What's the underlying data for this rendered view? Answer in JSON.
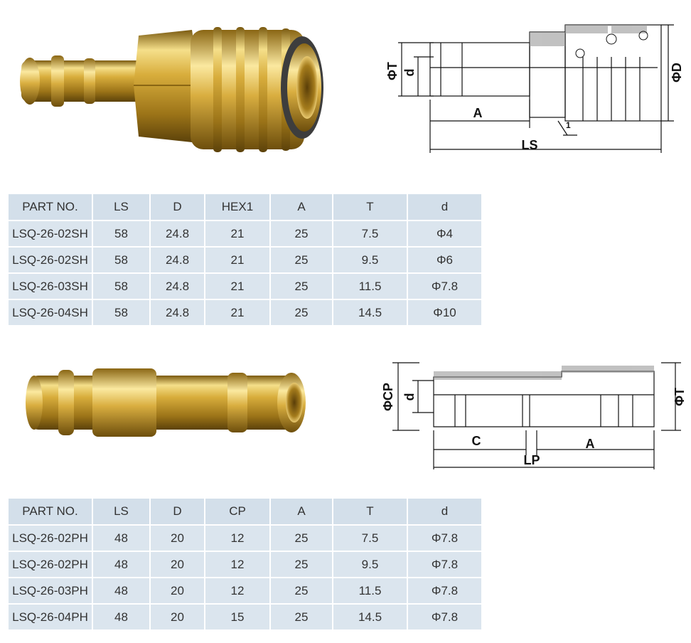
{
  "socket": {
    "drawing_labels": {
      "t": "ΦT",
      "d": "d",
      "big_d": "ΦD",
      "a": "A",
      "ls": "LS",
      "angle": "1"
    },
    "table": {
      "headers": [
        "PART NO.",
        "LS",
        "D",
        "HEX1",
        "A",
        "T",
        "d"
      ],
      "rows": [
        [
          "LSQ-26-02SH",
          "58",
          "24.8",
          "21",
          "25",
          "7.5",
          "Φ4"
        ],
        [
          "LSQ-26-02SH",
          "58",
          "24.8",
          "21",
          "25",
          "9.5",
          "Φ6"
        ],
        [
          "LSQ-26-03SH",
          "58",
          "24.8",
          "21",
          "25",
          "11.5",
          "Φ7.8"
        ],
        [
          "LSQ-26-04SH",
          "58",
          "24.8",
          "21",
          "25",
          "14.5",
          "Φ10"
        ]
      ]
    }
  },
  "plug": {
    "drawing_labels": {
      "cp": "ΦCP",
      "d": "d",
      "t": "ΦT",
      "c": "C",
      "a": "A",
      "lp": "LP"
    },
    "table": {
      "headers": [
        "PART NO.",
        "LS",
        "D",
        "CP",
        "A",
        "T",
        "d"
      ],
      "rows": [
        [
          "LSQ-26-02PH",
          "48",
          "20",
          "12",
          "25",
          "7.5",
          "Φ7.8"
        ],
        [
          "LSQ-26-02PH",
          "48",
          "20",
          "12",
          "25",
          "9.5",
          "Φ7.8"
        ],
        [
          "LSQ-26-03PH",
          "48",
          "20",
          "12",
          "25",
          "11.5",
          "Φ7.8"
        ],
        [
          "LSQ-26-04PH",
          "48",
          "20",
          "15",
          "25",
          "14.5",
          "Φ7.8"
        ]
      ]
    }
  },
  "colors": {
    "table_cell": "#dbe5ee",
    "brass": "#d4a93a",
    "line": "#111111"
  }
}
